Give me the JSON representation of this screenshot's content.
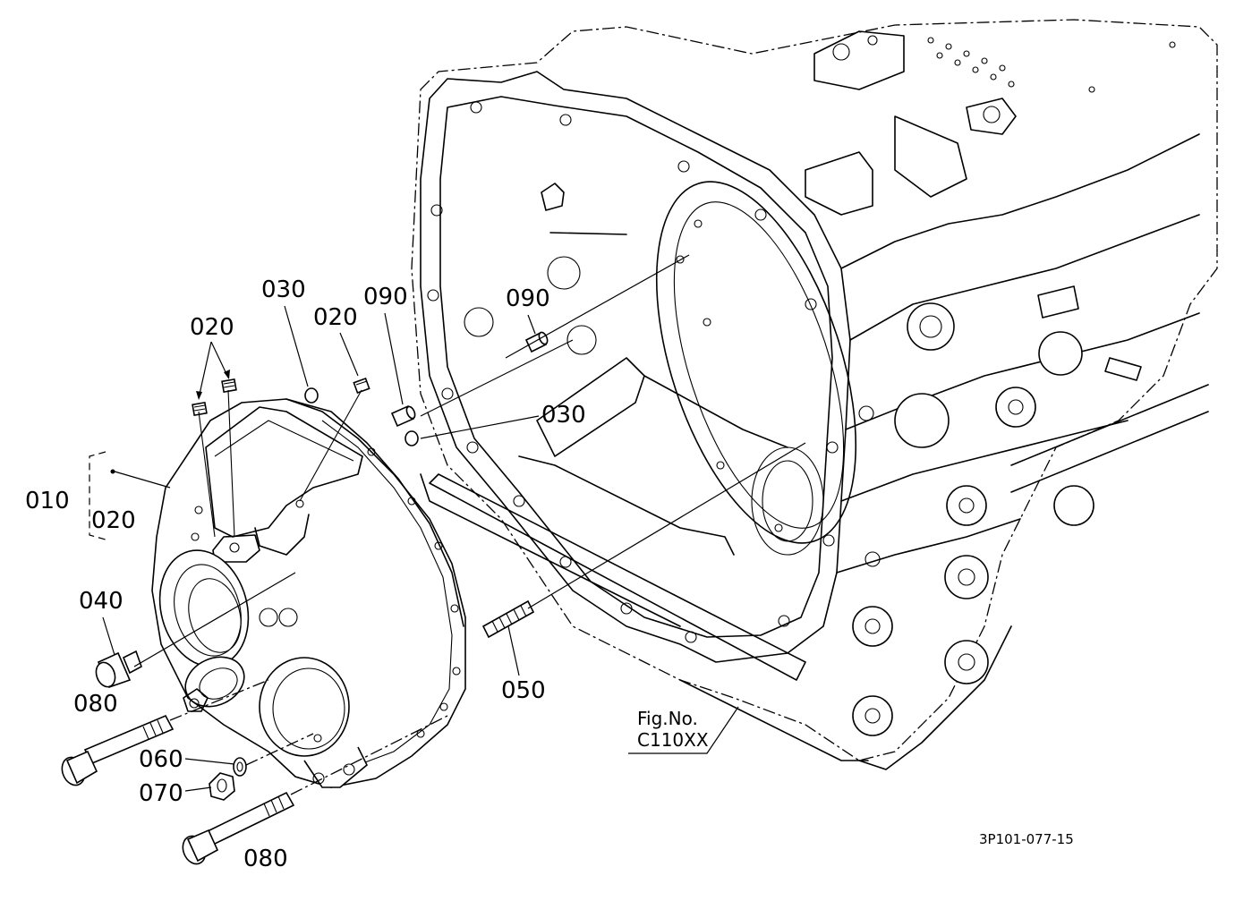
{
  "labels": {
    "p010": "010",
    "p020_group": "020",
    "p020_left": "020",
    "p020_right": "020",
    "p030_top": "030",
    "p030_mid": "030",
    "p040": "040",
    "p050": "050",
    "p060": "060",
    "p070": "070",
    "p080_upper": "080",
    "p080_lower": "080",
    "p090_left": "090",
    "p090_right": "090"
  },
  "figure_ref": {
    "line1": "Fig.No.",
    "line2": "C110XX"
  },
  "drawing_id": "3P101-077-15"
}
